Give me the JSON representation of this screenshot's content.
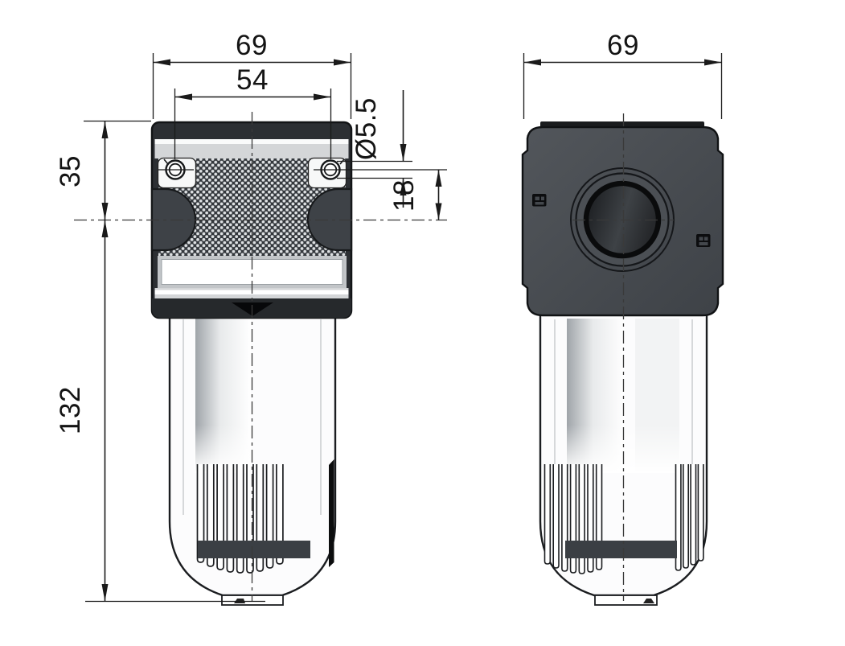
{
  "drawing": {
    "front_view": {
      "dim_total_width": "69",
      "dim_hole_spacing": "54",
      "dim_hole_diameter": "Ø5.5",
      "dim_hole_offset": "18",
      "dim_head_height": "35",
      "dim_bowl_length": "132"
    },
    "side_view": {
      "dim_total_width": "69"
    },
    "colors": {
      "background": "#ffffff",
      "line": "#1a1a1a",
      "head_dark": "#2c2f33",
      "head_face_light": "#4d5156",
      "head_face_dark": "#3e4247",
      "texture_bg": "#33373c",
      "boss_fill": "#3e4247",
      "band_dark": "#3b3f44",
      "light_band": "#d4d6d8",
      "bowl_fill": "#fcfcfd"
    }
  }
}
